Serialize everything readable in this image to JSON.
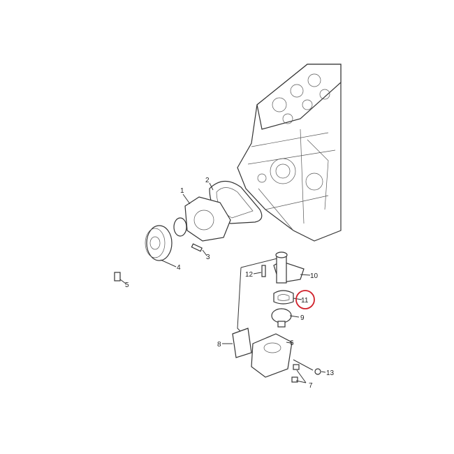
{
  "diagram": {
    "type": "exploded-parts-view",
    "highlight_color": "#d0202a",
    "highlighted_part": "11",
    "parts": [
      {
        "id": "p1",
        "label": "1"
      },
      {
        "id": "p2",
        "label": "2"
      },
      {
        "id": "p3",
        "label": "3"
      },
      {
        "id": "p4",
        "label": "4"
      },
      {
        "id": "p5",
        "label": "5"
      },
      {
        "id": "p6",
        "label": "6"
      },
      {
        "id": "p7",
        "label": "7"
      },
      {
        "id": "p8",
        "label": "8"
      },
      {
        "id": "p9",
        "label": "9"
      },
      {
        "id": "p10",
        "label": "10"
      },
      {
        "id": "p11",
        "label": "11"
      },
      {
        "id": "p12",
        "label": "12"
      },
      {
        "id": "p13",
        "label": "13"
      }
    ]
  }
}
